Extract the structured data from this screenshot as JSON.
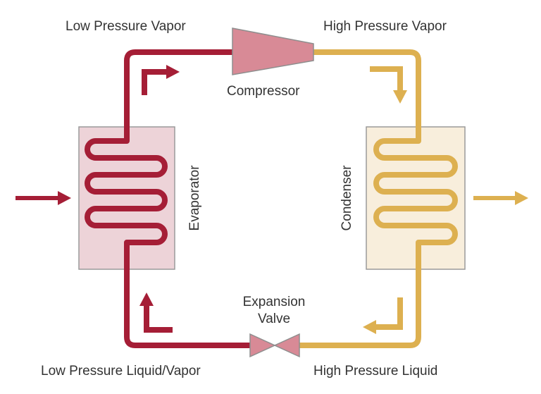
{
  "labels": {
    "low_pressure_vapor": "Low Pressure Vapor",
    "high_pressure_vapor": "High Pressure Vapor",
    "compressor": "Compressor",
    "evaporator": "Evaporator",
    "condenser": "Condenser",
    "expansion_valve_line1": "Expansion",
    "expansion_valve_line2": "Valve",
    "low_pressure_liquid_vapor": "Low Pressure Liquid/Vapor",
    "high_pressure_liquid": "High Pressure Liquid"
  },
  "colors": {
    "low_pressure": "#A51E36",
    "high_pressure": "#DDB050",
    "evaporator_fill": "#EDD3D8",
    "condenser_fill": "#F8EEDC",
    "component_fill": "#D88A96",
    "component_stroke": "#8E8E8E",
    "text": "#333333"
  }
}
